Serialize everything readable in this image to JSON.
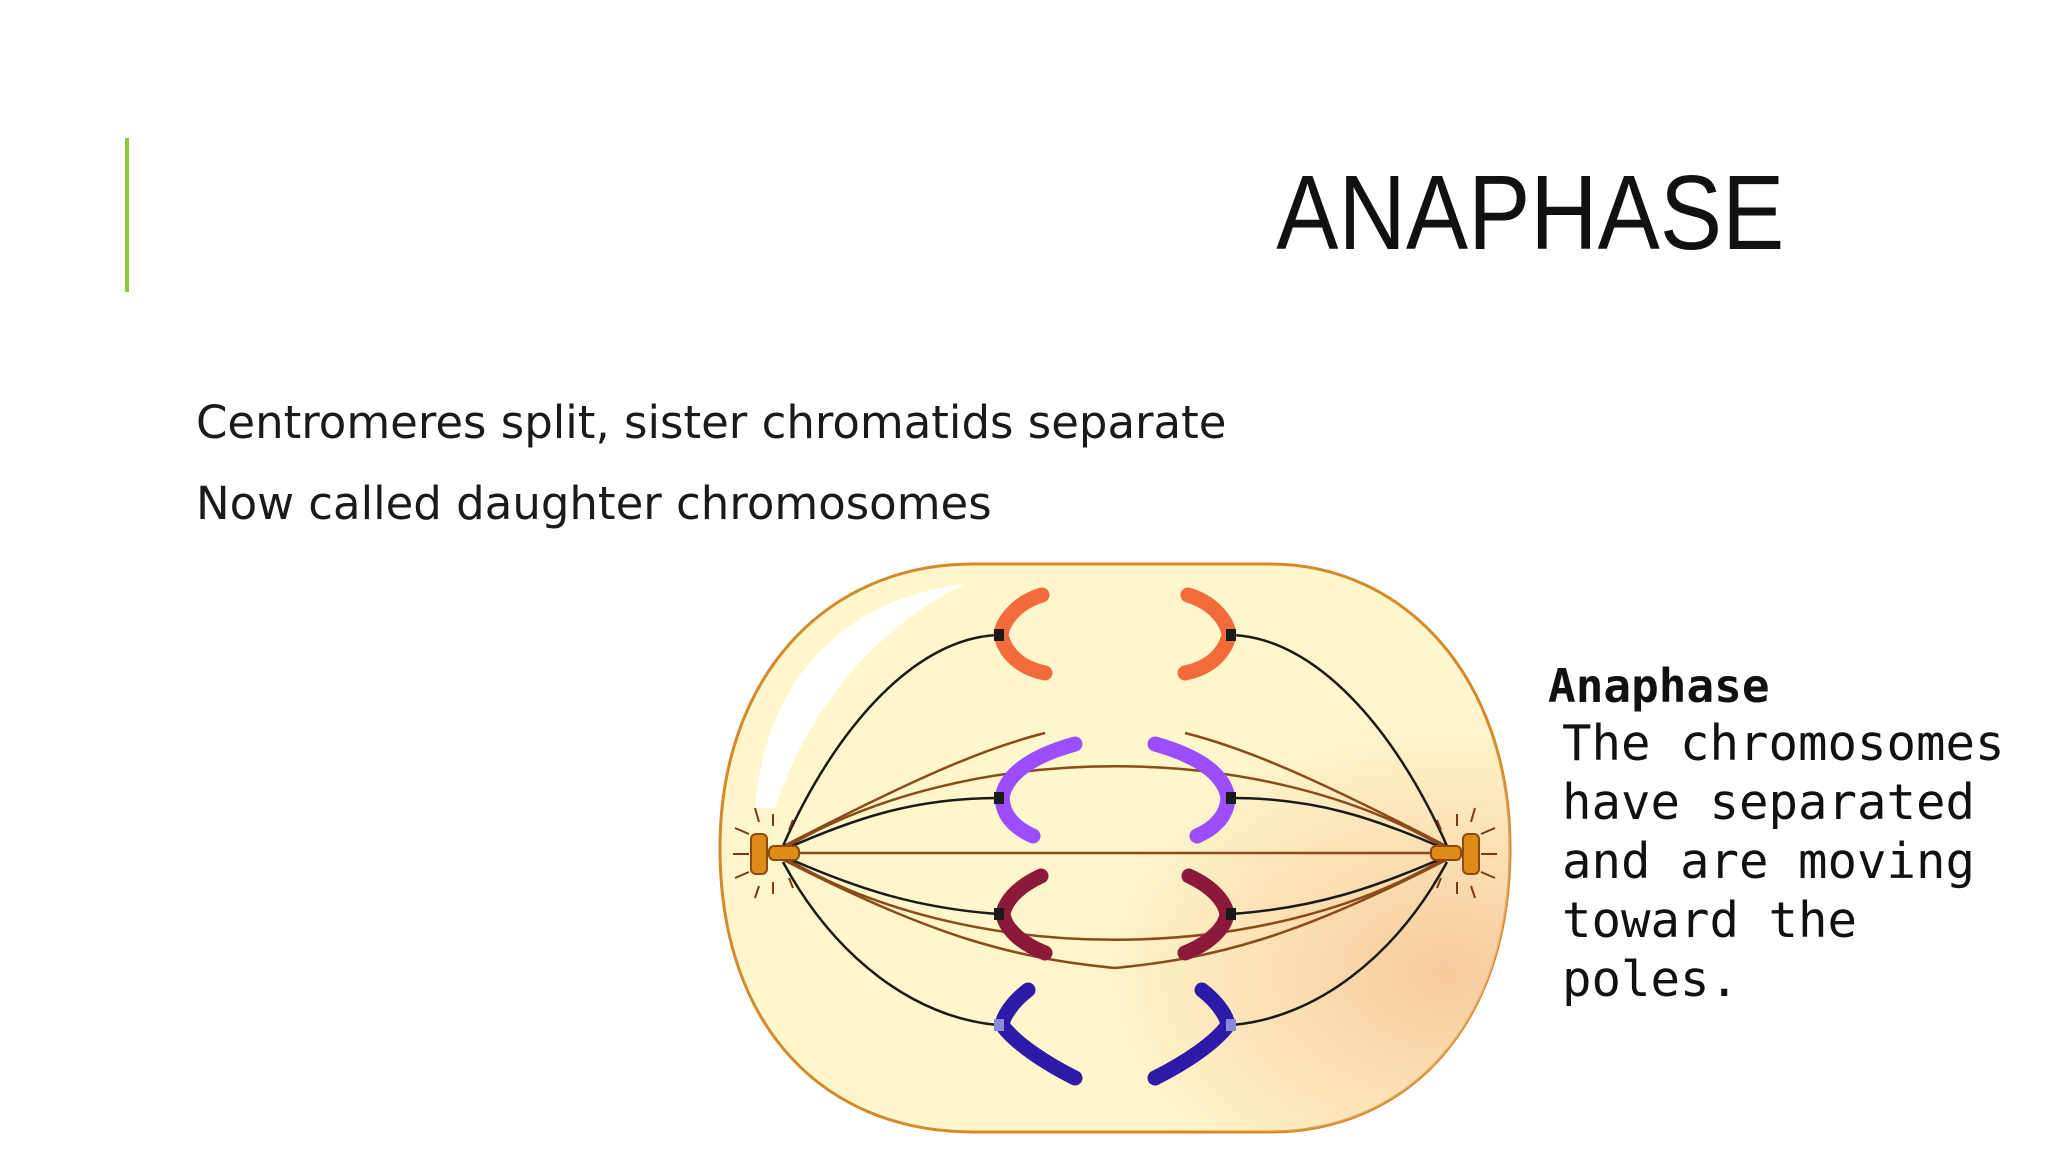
{
  "slide": {
    "title": "ANAPHASE",
    "bullets": [
      "Centromeres split, sister chromatids separate",
      "Now called daughter chromosomes"
    ],
    "accent_color": "#8dc63f"
  },
  "diagram": {
    "cell_fill": "#fff6cc",
    "cell_outline": "#d48a2a",
    "chromosome_colors": [
      "#f26b3a",
      "#9b4dff",
      "#8b1a3a",
      "#2d1aa8"
    ],
    "caption": {
      "title": "Anaphase",
      "lines": [
        "The chromosomes",
        "have separated",
        "and are moving",
        "toward the",
        "poles."
      ]
    }
  }
}
